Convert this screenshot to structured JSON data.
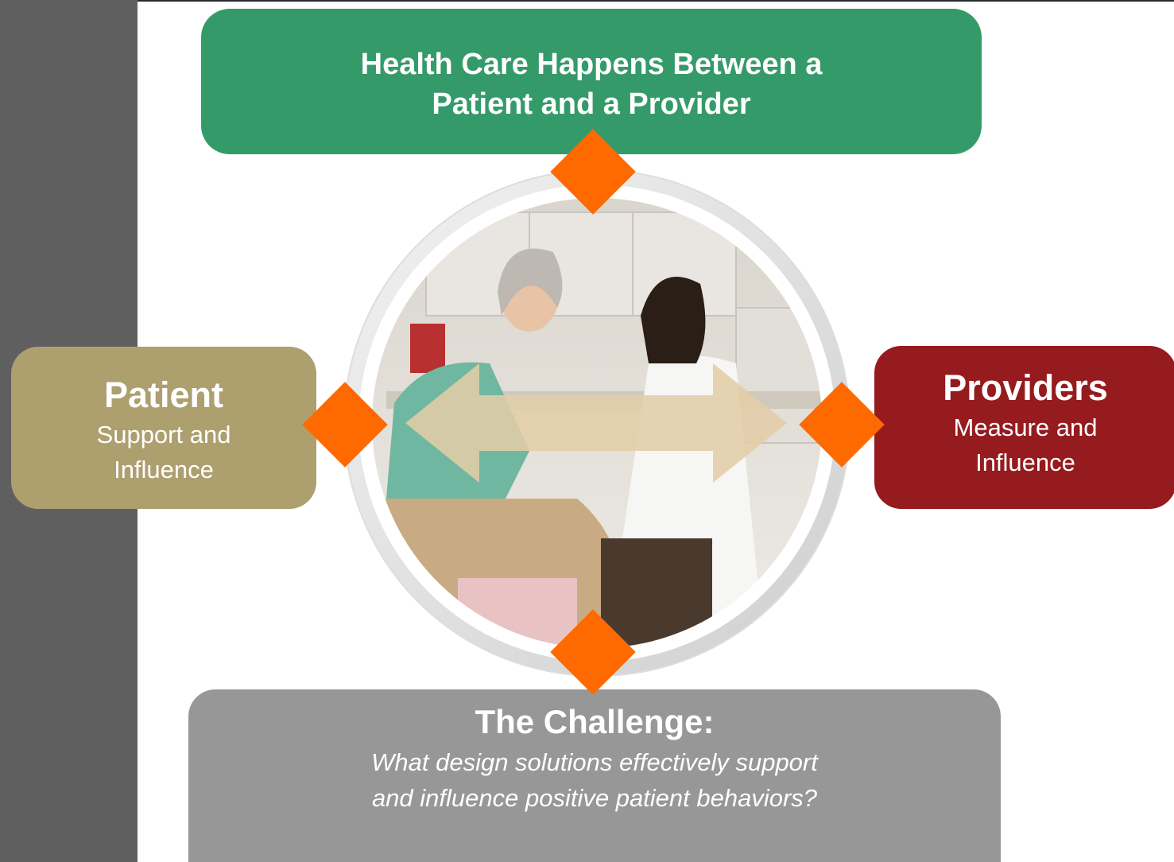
{
  "top_box": {
    "line1": "Health Care Happens Between a",
    "line2": "Patient and a Provider"
  },
  "patient_box": {
    "heading": "Patient",
    "line1": "Support and",
    "line2": "Influence"
  },
  "providers_box": {
    "heading": "Providers",
    "line1": "Measure and",
    "line2": "Influence"
  },
  "challenge_box": {
    "heading": "The Challenge:",
    "line1": "What design solutions effectively support",
    "line2": "and influence positive patient behaviors?"
  },
  "colors": {
    "top_box": "#359a69",
    "patient_box": "#ad9f6e",
    "providers_box": "#951b1e",
    "challenge_box": "#979797",
    "diamond": "#ff6a00",
    "arrow": "#e2cda6",
    "left_bar": "#5f5f5f"
  }
}
